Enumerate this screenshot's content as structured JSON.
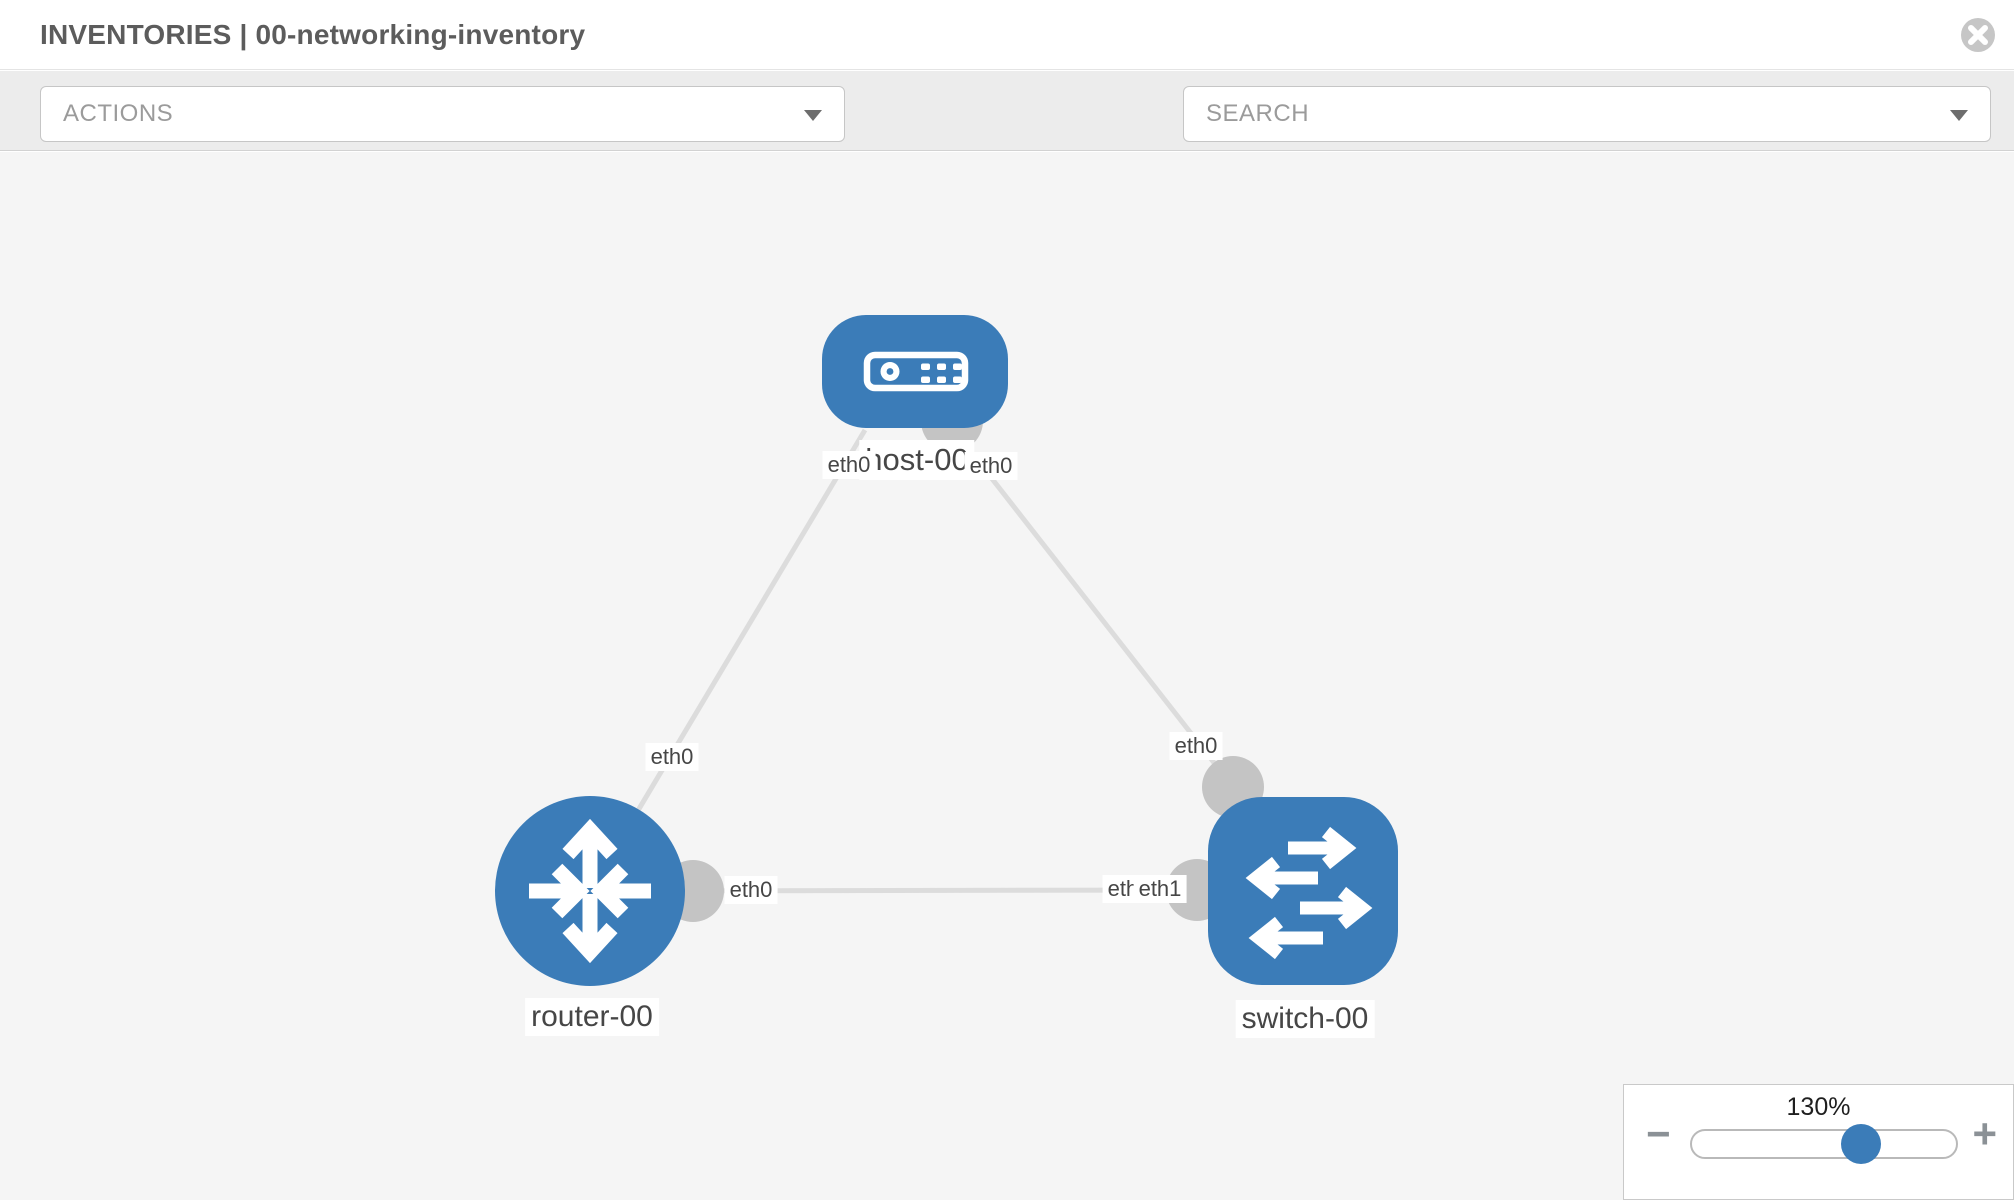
{
  "header": {
    "title": "INVENTORIES | 00-networking-inventory"
  },
  "toolbar": {
    "actions_label": "ACTIONS",
    "search_placeholder": "SEARCH"
  },
  "canvas": {
    "nodes": [
      {
        "label": "host-00",
        "type": "host"
      },
      {
        "label": "router-00",
        "type": "router"
      },
      {
        "label": "switch-00",
        "type": "switch"
      }
    ],
    "links": [
      {
        "from": "host-00",
        "from_interface": "eth0",
        "to": "router-00",
        "to_interface": "eth0"
      },
      {
        "from": "host-00",
        "from_interface": "eth0",
        "to": "switch-00",
        "to_interface": "eth0"
      },
      {
        "from": "router-00",
        "from_interface": "eth0",
        "to": "switch-00",
        "to_interface": "eth1"
      }
    ],
    "interface_labels": {
      "host_left": "eth0",
      "host_right": "eth0",
      "router_top": "eth0",
      "router_right": "eth0",
      "switch_top": "eth0",
      "switch_left_under": "eth0",
      "switch_left_over": "eth1"
    }
  },
  "zoom_control": {
    "level": "130%",
    "zoom_out": "−",
    "zoom_in": "+"
  },
  "colors": {
    "node_blue": "#3b7cb8",
    "connector_gray": "#c4c4c4",
    "link_gray": "#dcdcdc",
    "canvas_bg": "#f5f5f5",
    "toolbar_bg": "#ececec"
  }
}
